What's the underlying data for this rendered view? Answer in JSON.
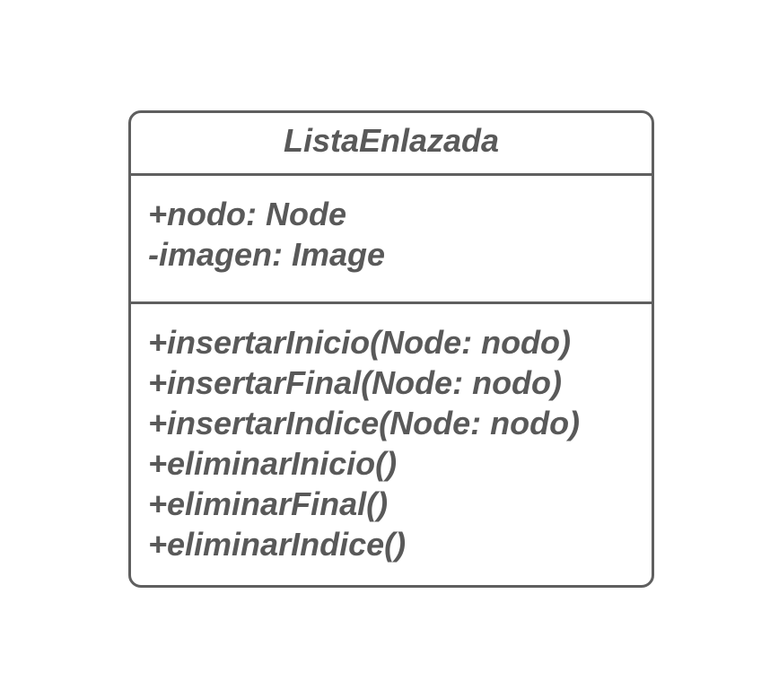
{
  "uml_class": {
    "name": "ListaEnlazada",
    "attributes": [
      "+nodo: Node",
      "-imagen: Image"
    ],
    "methods": [
      "+insertarInicio(Node: nodo)",
      "+insertarFinal(Node: nodo)",
      "+insertarIndice(Node: nodo)",
      "+eliminarInicio()",
      "+eliminarFinal()",
      "+eliminarIndice()"
    ]
  },
  "colors": {
    "border": "#5f5f5f",
    "text": "#595959",
    "background": "#ffffff"
  }
}
